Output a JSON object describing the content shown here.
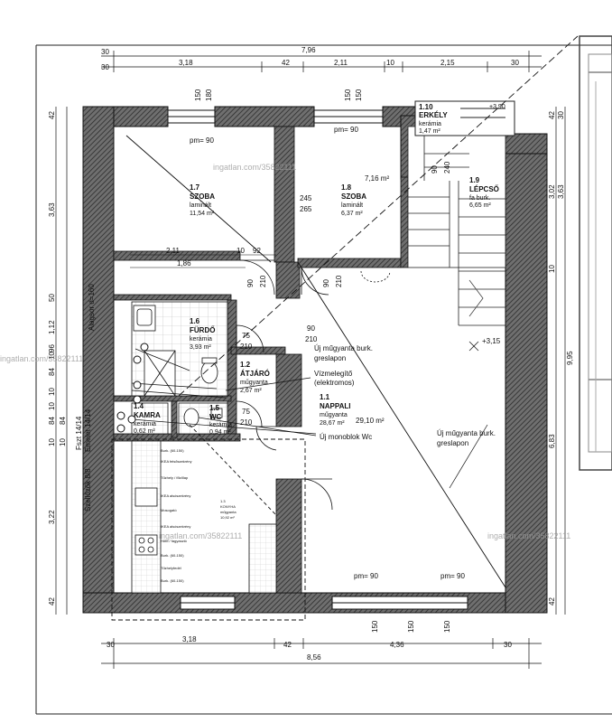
{
  "dims_top": {
    "a1": "30",
    "a2": "7,96",
    "b1": "30",
    "b2": "3,18",
    "b3": "42",
    "b4": "2,11",
    "b5": "10",
    "b6": "2,15",
    "b7": "30"
  },
  "dims_bottom": {
    "a1": "30",
    "a2": "3,18",
    "a3": "42",
    "a4": "4,36",
    "a5": "30",
    "b1": "8,56"
  },
  "dims_left": {
    "d1": "42",
    "d2": "3,63",
    "d3": "50",
    "d4": "1,12",
    "d5": "10",
    "d6": "96",
    "d7": "10",
    "d8": "84",
    "d9": "10",
    "d10": "84",
    "d11": "10",
    "d12": "84",
    "d13": "10",
    "d14": "3,22",
    "d15": "42"
  },
  "dims_right": {
    "r1": "42",
    "r2": "30",
    "r3": "3,02",
    "r4": "3,63",
    "r5": "10",
    "r6": "9,95",
    "r7": "6,83",
    "r8": "42"
  },
  "rooms": {
    "r17": {
      "num": "1.7",
      "name": "SZOBA",
      "floor": "laminált",
      "area": "11,54 m²"
    },
    "r18": {
      "num": "1.8",
      "name": "SZOBA",
      "floor": "laminált",
      "area": "6,37 m²",
      "total": "7,16 m²"
    },
    "r16": {
      "num": "1.6",
      "name": "FÜRDŐ",
      "floor": "kerámia",
      "area": "3,93 m²"
    },
    "r12": {
      "num": "1.2",
      "name": "ÁTJÁRÓ",
      "floor": "műgyanta",
      "area": "2,67 m²"
    },
    "r11": {
      "num": "1.1",
      "name": "NAPPALI",
      "floor": "műgyanta",
      "area": "28,67 m²",
      "total": "29,10 m²"
    },
    "r14": {
      "num": "1.4",
      "name": "KAMRA",
      "floor": "kerámia",
      "area": "0,62 m²"
    },
    "r15": {
      "num": "1.5",
      "name": "WC",
      "floor": "kerámia",
      "area": "0,94 m²"
    },
    "r13": {
      "num": "1.3",
      "name": "KONYHA",
      "floor": "műgyanta",
      "area": "10,92 m²"
    },
    "r110": {
      "num": "1.10",
      "name": "ERKÉLY",
      "floor": "kerámia",
      "area": "1,47 m²"
    },
    "r19": {
      "num": "1.9",
      "name": "LÉPCSŐ",
      "floor": "fa burk.",
      "area": "6,65 m²"
    }
  },
  "labels": {
    "pm1": "pm= 90",
    "pm2": "pm= 90",
    "pm3": "pm= 90",
    "pm4": "pm= 90",
    "d245": "245",
    "d265": "265",
    "d211": "2,11",
    "d10a": "10",
    "d92": "92",
    "d186": "1,86",
    "d90a": "90",
    "d210a": "210",
    "d90b": "90",
    "d210b": "210",
    "d90c": "90",
    "d210c": "210",
    "d75a": "75",
    "d210d": "210",
    "d75b": "75",
    "d210e": "210",
    "d150a": "150",
    "d180a": "180",
    "d150b": "150",
    "d150c": "150",
    "d150d": "150",
    "d150e": "150",
    "d150f": "150",
    "d90d": "90",
    "d240": "240",
    "note_floor1": "Új műgyanta burk.",
    "note_floor1b": "greslapon",
    "note_heater": "Vízmelegítő",
    "note_heater2": "(elektromos)",
    "note_wc": "Új monoblok Wc",
    "note_floor2": "Új műgyanta burk.",
    "note_floor2b": "greslapon",
    "level": "+3,15",
    "level_top": "+3,90",
    "vert_alagsor": "Alagsor d=160",
    "vert_emelet": "Emelet 14/14",
    "vert_fszt": "Fszt 14/14",
    "vert_szello": "Szellőzők 8/8",
    "wm1": "ingatlan.com/35822111",
    "wm2": "ingatlan.com/35822111",
    "wm3": "ingatlan.com/35822111",
    "wm4": "ingatlan.com/35822111"
  },
  "kitchen_items": [
    "Burk. (60-150)",
    "IKEA felsőszekrény",
    "Tűzhely / főzőlap",
    "IKEA alsószekrény",
    "Mosogató",
    "IKEA alsószekrény",
    "Hűtő / fagyasztó",
    "Burk. (60-150)",
    "Tűzhelyfedél",
    "Burk. (60-150)"
  ]
}
